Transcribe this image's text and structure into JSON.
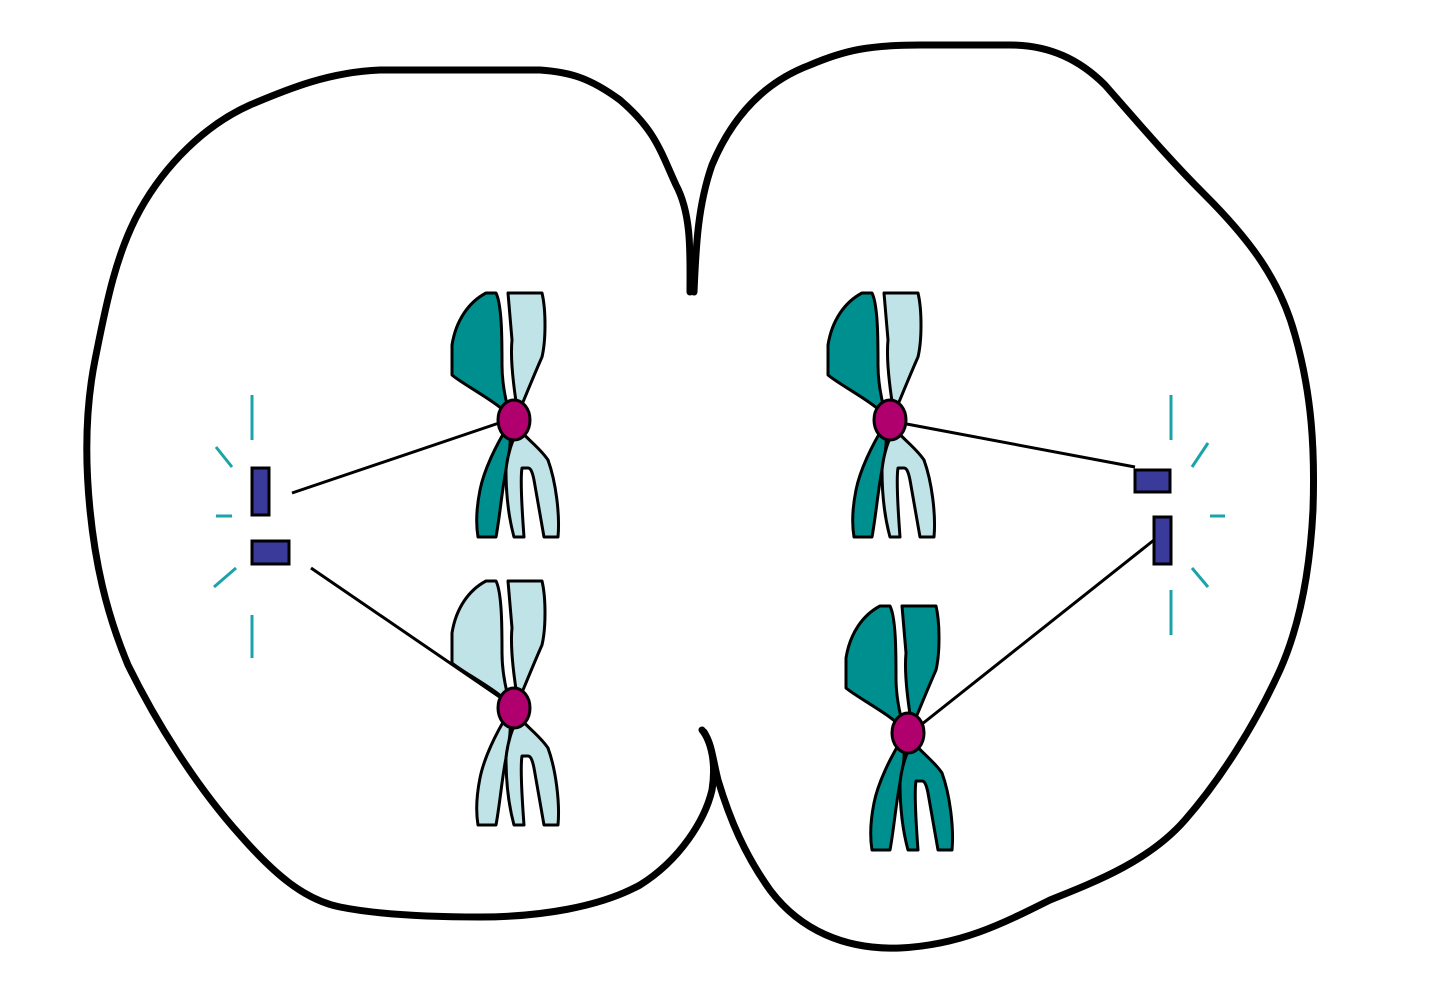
{
  "diagram": {
    "subject": "cell-division-telophase",
    "colors": {
      "membrane": "#000000",
      "chromatid_dark": "#008f8f",
      "chromatid_light": "#bfe3e6",
      "centromere": "#b0006e",
      "centriole": "#3a3a9a",
      "aster_rays": "#1aa3a8",
      "spindle_fiber": "#000000"
    },
    "cells": [
      {
        "id": "left-daughter-cell",
        "chromosomes": [
          {
            "id": "top",
            "variant": "dark-left-light-right"
          },
          {
            "id": "bottom",
            "variant": "all-light"
          }
        ]
      },
      {
        "id": "right-daughter-cell",
        "chromosomes": [
          {
            "id": "top",
            "variant": "dark-left-light-right"
          },
          {
            "id": "bottom",
            "variant": "all-dark"
          }
        ]
      }
    ]
  }
}
